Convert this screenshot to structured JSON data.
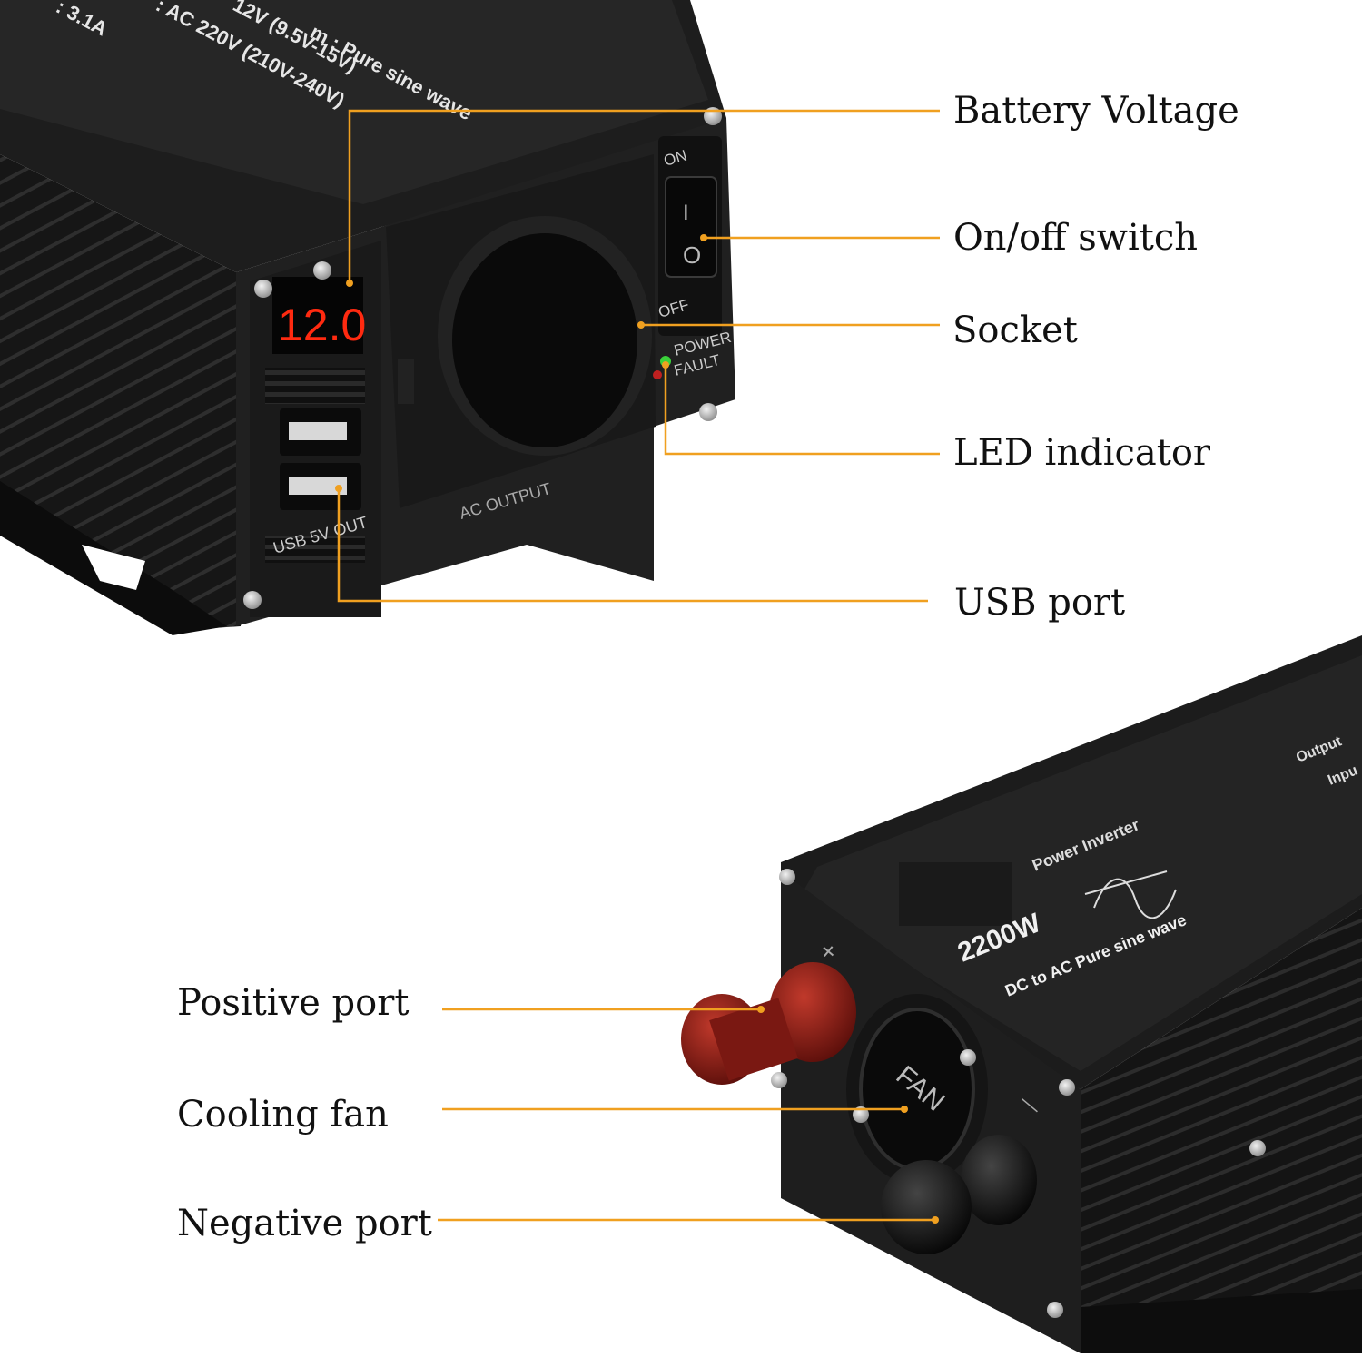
{
  "colors": {
    "leader_line": "#f0a020",
    "body": "#1a1a1a",
    "led_display": "#ff2a10",
    "positive_terminal": "#8a1a14",
    "led_green": "#3ad13a"
  },
  "top_device": {
    "label_lines": [
      "m : Pure sine wave",
      "12V (9.5V-15V)",
      ": AC 220V (210V-240V)",
      ": 3.1A"
    ],
    "display_value": "12.0",
    "switch_on_text": "ON",
    "switch_off_text": "OFF",
    "switch_i_glyph": "I",
    "switch_o_glyph": "O",
    "led_power_text": "POWER",
    "led_fault_text": "FAULT",
    "usb_text": "USB 5V OUT",
    "ac_output_text": "AC OUTPUT"
  },
  "bottom_device": {
    "power_inverter_text": "Power Inverter",
    "wattage_text": "2200W",
    "subtitle_text": "DC to AC Pure sine wave",
    "fan_text": "FAN",
    "plus_text": "+",
    "minus_text": "—",
    "output_text": "Output",
    "input_text": "Inpu"
  },
  "callouts": {
    "battery_voltage": "Battery Voltage",
    "on_off_switch": "On/off switch",
    "socket": "Socket",
    "led_indicator": "LED indicator",
    "usb_port": "USB port",
    "positive_port": "Positive port",
    "cooling_fan": "Cooling fan",
    "negative_port": "Negative port"
  }
}
